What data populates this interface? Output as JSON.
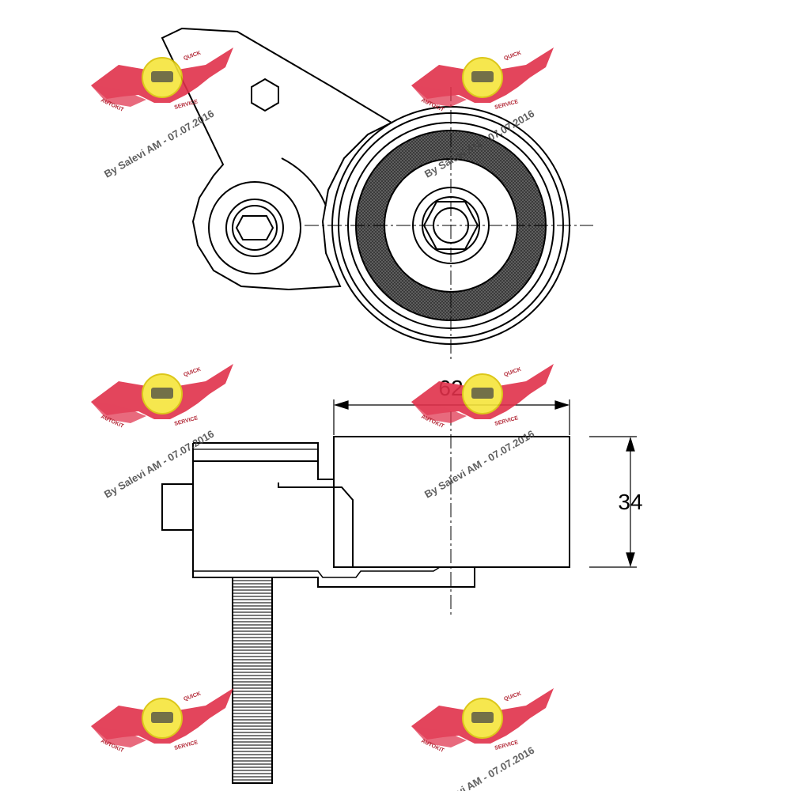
{
  "dimensions": {
    "width_label": "62",
    "height_label": "34"
  },
  "watermark": {
    "text": "By Salevi AM - 07.07.2016",
    "badge_upper": "QUICK",
    "badge_lower": "SERVICE",
    "badge_left": "AUTOKIT",
    "logo_color": "#e0304a",
    "badge_color": "#f5e53a"
  },
  "colors": {
    "line": "#000000",
    "pulley_ring": "#4d4d4d"
  }
}
